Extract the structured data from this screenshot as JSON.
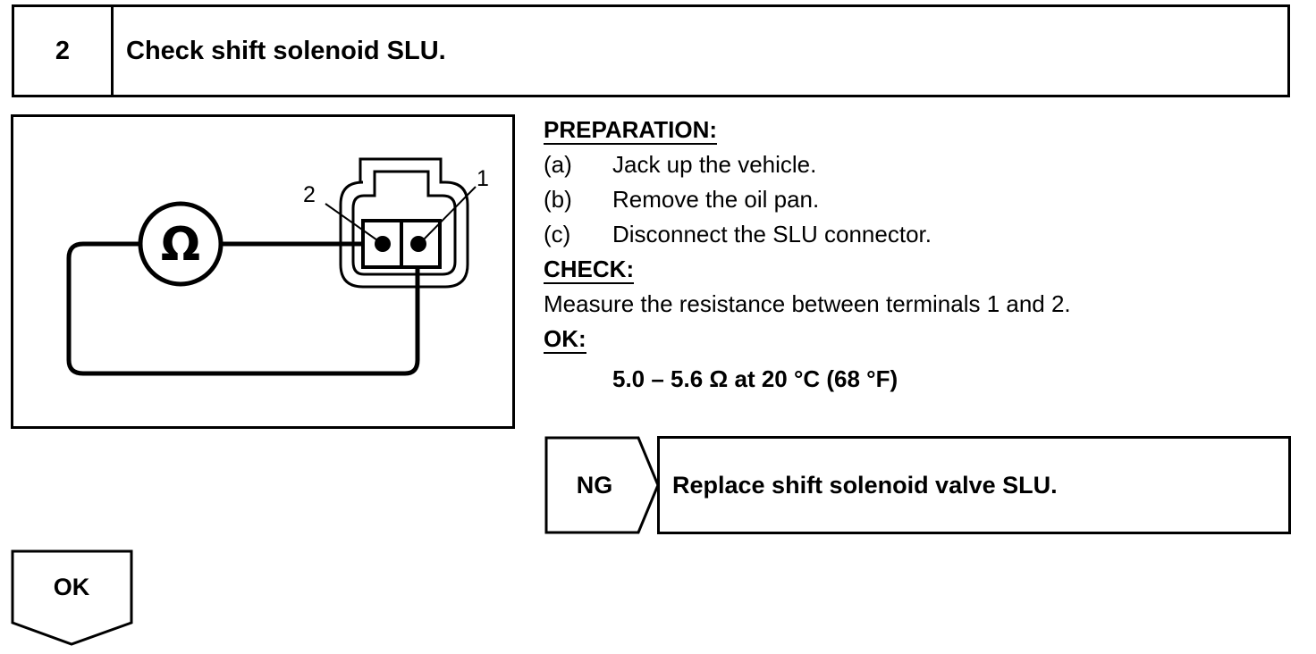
{
  "step": {
    "number": "2",
    "title": "Check shift solenoid SLU."
  },
  "diagram": {
    "ohm_symbol": "Ω",
    "terminal_2": "2",
    "terminal_1": "1"
  },
  "preparation": {
    "heading": "PREPARATION:",
    "items": [
      {
        "label": "(a)",
        "text": "Jack up the vehicle."
      },
      {
        "label": "(b)",
        "text": "Remove the oil pan."
      },
      {
        "label": "(c)",
        "text": "Disconnect the SLU connector."
      }
    ]
  },
  "check": {
    "heading": "CHECK:",
    "text": "Measure the resistance between terminals 1 and 2."
  },
  "ok_spec": {
    "heading": "OK:",
    "value": "5.0 – 5.6 Ω at 20 °C (68 °F)"
  },
  "ng_branch": {
    "label": "NG",
    "action": "Replace shift solenoid valve SLU."
  },
  "ok_branch": {
    "label": "OK"
  }
}
